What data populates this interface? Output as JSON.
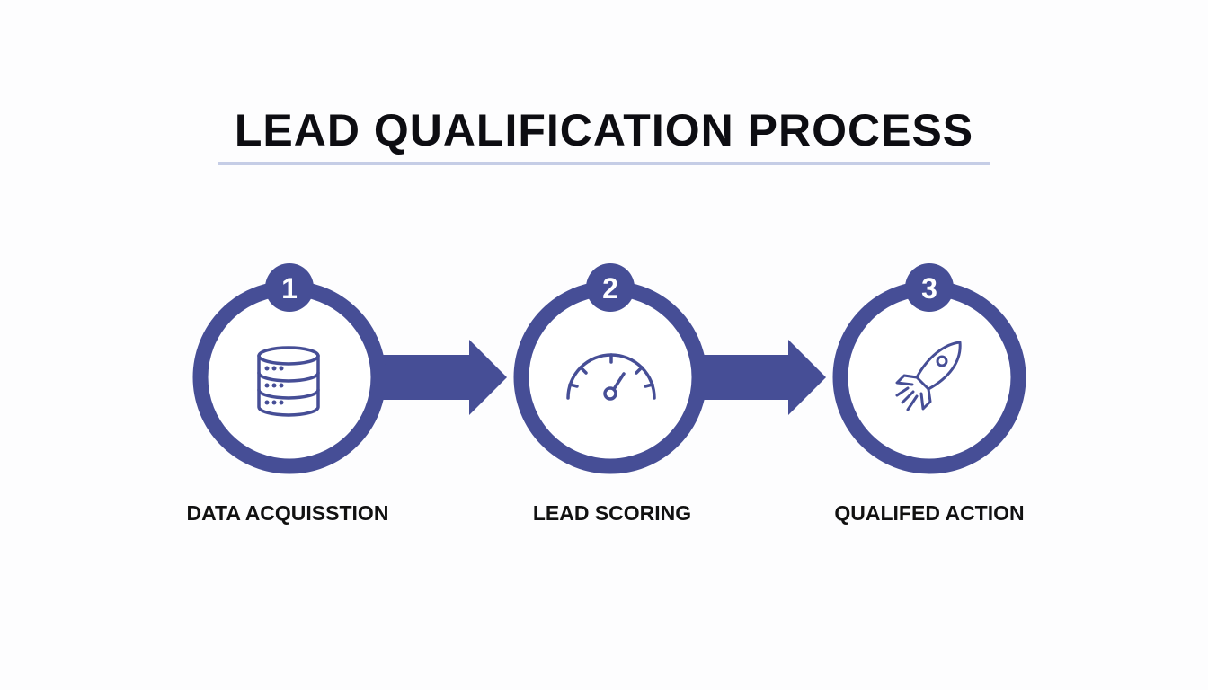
{
  "title": "LEAD QUALIFICATION PROCESS",
  "colors": {
    "accent": "#464e96",
    "underline": "#c5cde6"
  },
  "steps": [
    {
      "number": "1",
      "label": "DATA ACQUISSTION",
      "icon": "database-icon"
    },
    {
      "number": "2",
      "label": "LEAD SCORING",
      "icon": "gauge-icon"
    },
    {
      "number": "3",
      "label": "QUALIFED ACTION",
      "icon": "rocket-icon"
    }
  ]
}
